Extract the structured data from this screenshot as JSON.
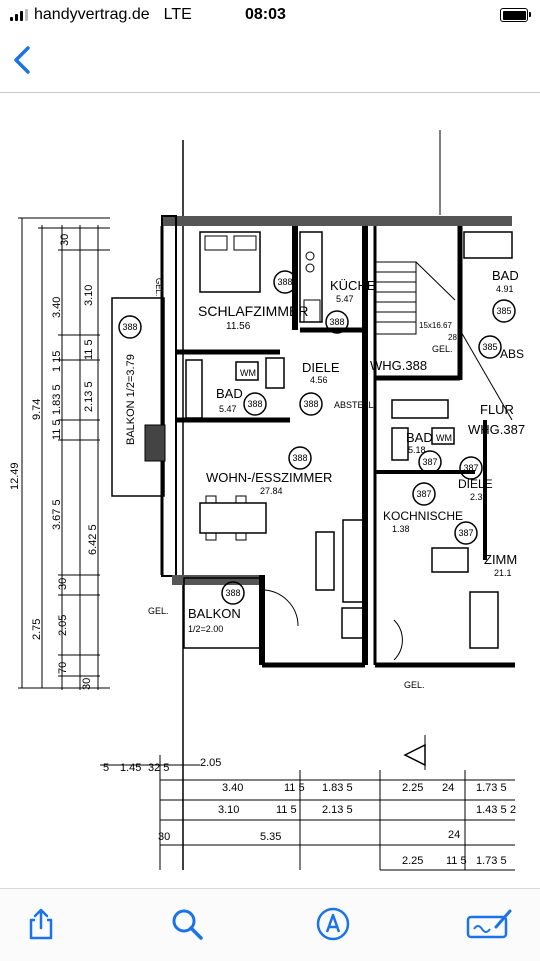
{
  "status_bar": {
    "carrier": "handyvertrag.de",
    "network": "LTE",
    "time": "08:03"
  },
  "navigation": {
    "back_icon": "chevron-left-icon"
  },
  "floor_plan": {
    "rooms": {
      "schlafzimmer": "SCHLAFZIMMER",
      "schlafzimmer_area": "11.56",
      "kueche": "KÜCHE",
      "kueche_area": "5.47",
      "diele": "DIELE",
      "diele_area": "4.56",
      "whg388": "WHG.388",
      "bad": "BAD",
      "bad_area": "5.47",
      "wohn": "WOHN-/ESSZIMMER",
      "wohn_area": "27.84",
      "balkon_left": "BALKON 1/2=3.79",
      "balkon_bottom": "BALKON",
      "balkon_bottom_area": "1/2=2.00",
      "abstell": "ABSTELL",
      "bad_right": "BAD",
      "bad_right_area": "5.18",
      "kochnische": "KOCHNISCHE",
      "kochnische_area": "1.38",
      "flur": "FLUR",
      "whg387": "WHG.387",
      "diele_right": "DIELE",
      "diele_right_area": "2.39",
      "zimm": "ZIMM",
      "zimm_area": "21.1",
      "bad_top_right": "BAD",
      "bad_top_right_area": "4.91",
      "abs": "ABS",
      "wm": "WM",
      "gel": "GEL.",
      "unit388": "388",
      "unit387": "387",
      "unit385": "385",
      "stair": "15x16.67",
      "stair2": "28"
    },
    "dims_left": {
      "d1249": "12.49",
      "d974": "9.74",
      "d6425": "6.42 5",
      "d340": "3.40",
      "d310": "3.10",
      "d30a": "30",
      "d115a": "1 15",
      "d115b": "11 5",
      "d1835": "1.83 5",
      "d2135": "2.13 5",
      "d115c": "11 5",
      "d3675": "3.67 5",
      "d30b": "30",
      "d275": "2.75",
      "d205": "2.05",
      "d70": "70",
      "d30c": "30"
    },
    "dims_bottom": {
      "b5": "5",
      "b145": "1.45",
      "b325": "32 5",
      "b205": "2.05",
      "b340": "3.40",
      "b115a": "11 5",
      "b1835": "1.83 5",
      "b225a": "2.25",
      "b24a": "24",
      "b1735a": "1.73 5",
      "b310": "3.10",
      "b115b": "11 5",
      "b2135": "2.13 5",
      "b14355": "1.43 5",
      "b2": "2",
      "b30": "30",
      "b535": "5.35",
      "b24b": "24",
      "b225b": "2.25",
      "b115c": "11 5",
      "b1735b": "1.73 5"
    }
  },
  "toolbar": {
    "share_icon": "share-icon",
    "search_icon": "search-icon",
    "markup_icon": "markup-pen-icon",
    "edit_icon": "signature-edit-icon"
  },
  "colors": {
    "accent": "#1a73e8",
    "ink": "#000000"
  }
}
